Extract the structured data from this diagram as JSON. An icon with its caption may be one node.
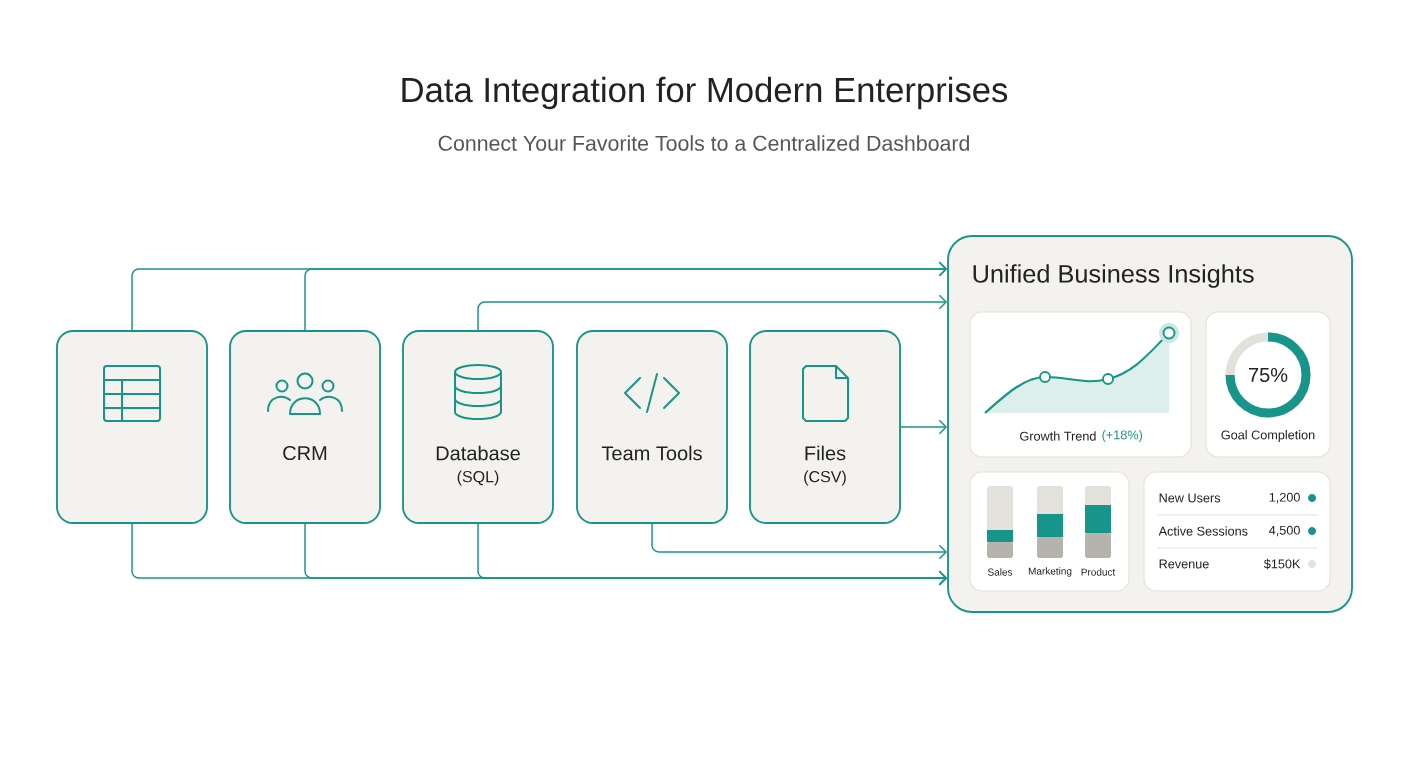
{
  "diagram": {
    "title": "Data Integration for Modern Enterprises",
    "nodes": [
      {
        "text": [],
        "shape": "box"
      },
      {
        "text": [
          "CRM"
        ]
      },
      {
        "text": [
          "Database",
          "(SQL)"
        ]
      },
      {
        "text": [
          "Team Tools"
        ]
      },
      {
        "text": [
          "Files",
          "(CSV)"
        ]
      },
      {
        "text": [
          "Unified Business Insights"
        ]
      },
      {
        "text": [
          "Growth Trend",
          "(+18%)"
        ],
        "in": 5
      },
      {
        "text": [
          "75%",
          "Goal Completion"
        ],
        "in": 5
      },
      {
        "text": [
          "Sales",
          "Marketing",
          "Product"
        ],
        "in": 5
      },
      {
        "text": [
          "New Users",
          "1,200",
          "Active Sessions",
          "4,500",
          "Revenue",
          "$150K"
        ],
        "in": 5
      }
    ],
    "edges": [
      {
        "from": 0,
        "to": 5,
        "arrow": "to"
      },
      {
        "from": 1,
        "to": 5,
        "arrow": "to"
      },
      {
        "from": 2,
        "to": 5,
        "arrow": "to"
      },
      {
        "from": 4,
        "to": 5,
        "arrow": "to"
      },
      {
        "from": 3,
        "to": 5,
        "arrow": "to"
      },
      {
        "from": 0,
        "to": 5,
        "arrow": "to"
      },
      {
        "from": 1,
        "to": 5,
        "arrow": "to"
      },
      {
        "from": 2,
        "to": 5,
        "arrow": "to"
      }
    ],
    "labels": [
      "Connect Your Favorite Tools to a Centralized Dashboard"
    ]
  }
}
